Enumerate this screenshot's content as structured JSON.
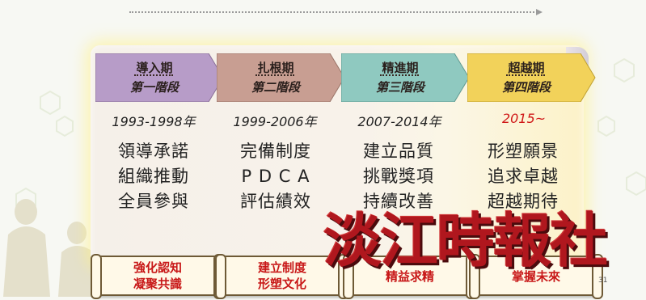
{
  "phases": [
    {
      "name": "導入期",
      "stage": "第一階段",
      "years": "1993-1998年",
      "color": "#b79cc8",
      "items": [
        "領導承諾",
        "組織推動",
        "全員參與"
      ],
      "scroll": [
        "強化認知",
        "凝聚共識"
      ]
    },
    {
      "name": "扎根期",
      "stage": "第二階段",
      "years": "1999-2006年",
      "color": "#c89e92",
      "items": [
        "完備制度",
        "P D C A",
        "評估績效"
      ],
      "scroll": [
        "建立制度",
        "形塑文化"
      ]
    },
    {
      "name": "精進期",
      "stage": "第三階段",
      "years": "2007-2014年",
      "color": "#8fc9c0",
      "items": [
        "建立品質",
        "挑戰獎項",
        "持續改善"
      ],
      "scroll": [
        "精益求精",
        ""
      ]
    },
    {
      "name": "超越期",
      "stage": "第四階段",
      "years": "2015~",
      "color": "#f2d25a",
      "items": [
        "形塑願景",
        "追求卓越",
        "超越期待"
      ],
      "scroll": [
        "掌握未來",
        ""
      ]
    }
  ],
  "watermark": "淡江時報社",
  "page_number": "31",
  "colors": {
    "accent_red": "#c81818",
    "watermark": "#b0171e"
  }
}
